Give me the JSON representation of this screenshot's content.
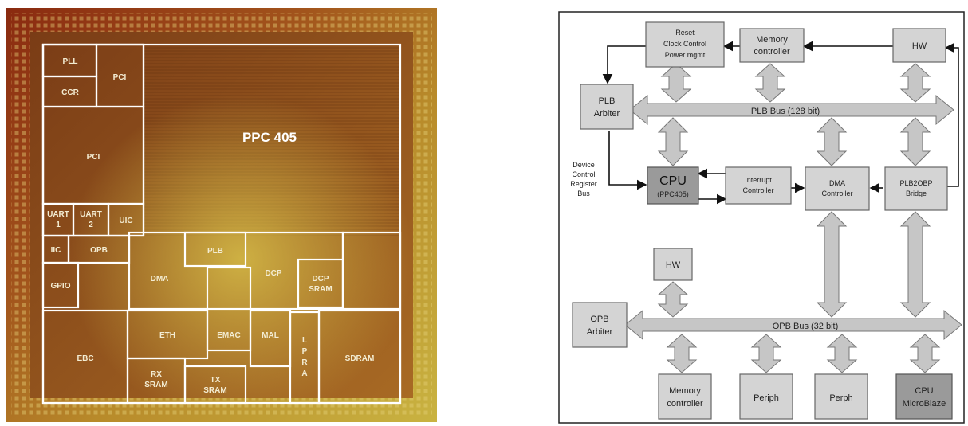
{
  "die": {
    "ppc": "PPC 405",
    "pll": "PLL",
    "pci_small": "PCI",
    "ccr": "CCR",
    "pci_large": "PCI",
    "uart1_a": "UART",
    "uart1_b": "1",
    "uart2_a": "UART",
    "uart2_b": "2",
    "uic": "UIC",
    "iic": "IIC",
    "opb": "OPB",
    "gpio": "GPIO",
    "dma": "DMA",
    "plb": "PLB",
    "dcp": "DCP",
    "dcp_sram_a": "DCP",
    "dcp_sram_b": "SRAM",
    "ebc": "EBC",
    "eth": "ETH",
    "emac": "EMAC",
    "mal": "MAL",
    "lpra_1": "L",
    "lpra_2": "P",
    "lpra_3": "R",
    "lpra_4": "A",
    "rx_sram_a": "RX",
    "rx_sram_b": "SRAM",
    "tx_sram_a": "TX",
    "tx_sram_b": "SRAM",
    "sdram": "SDRAM"
  },
  "arch": {
    "reset_l1": "Reset",
    "reset_l2": "Clock Control",
    "reset_l3": "Power mgmt",
    "memctl_top_l1": "Memory",
    "memctl_top_l2": "controller",
    "hw_top": "HW",
    "plb_arbiter_l1": "PLB",
    "plb_arbiter_l2": "Arbiter",
    "plb_bus": "PLB Bus (128 bit)",
    "dcr_l1": "Device",
    "dcr_l2": "Control",
    "dcr_l3": "Register",
    "dcr_l4": "Bus",
    "cpu_l1": "CPU",
    "cpu_l2": "(PPC405)",
    "intc_l1": "Interrupt",
    "intc_l2": "Controller",
    "dma_l1": "DMA",
    "dma_l2": "Controller",
    "bridge_l1": "PLB2OBP",
    "bridge_l2": "Bridge",
    "hw_mid": "HW",
    "opb_arbiter_l1": "OPB",
    "opb_arbiter_l2": "Arbiter",
    "opb_bus": "OPB Bus (32 bit)",
    "memctl_bot_l1": "Memory",
    "memctl_bot_l2": "controller",
    "periph1": "Periph",
    "periph2": "Perph",
    "mb_l1": "CPU",
    "mb_l2": "MicroBlaze"
  }
}
